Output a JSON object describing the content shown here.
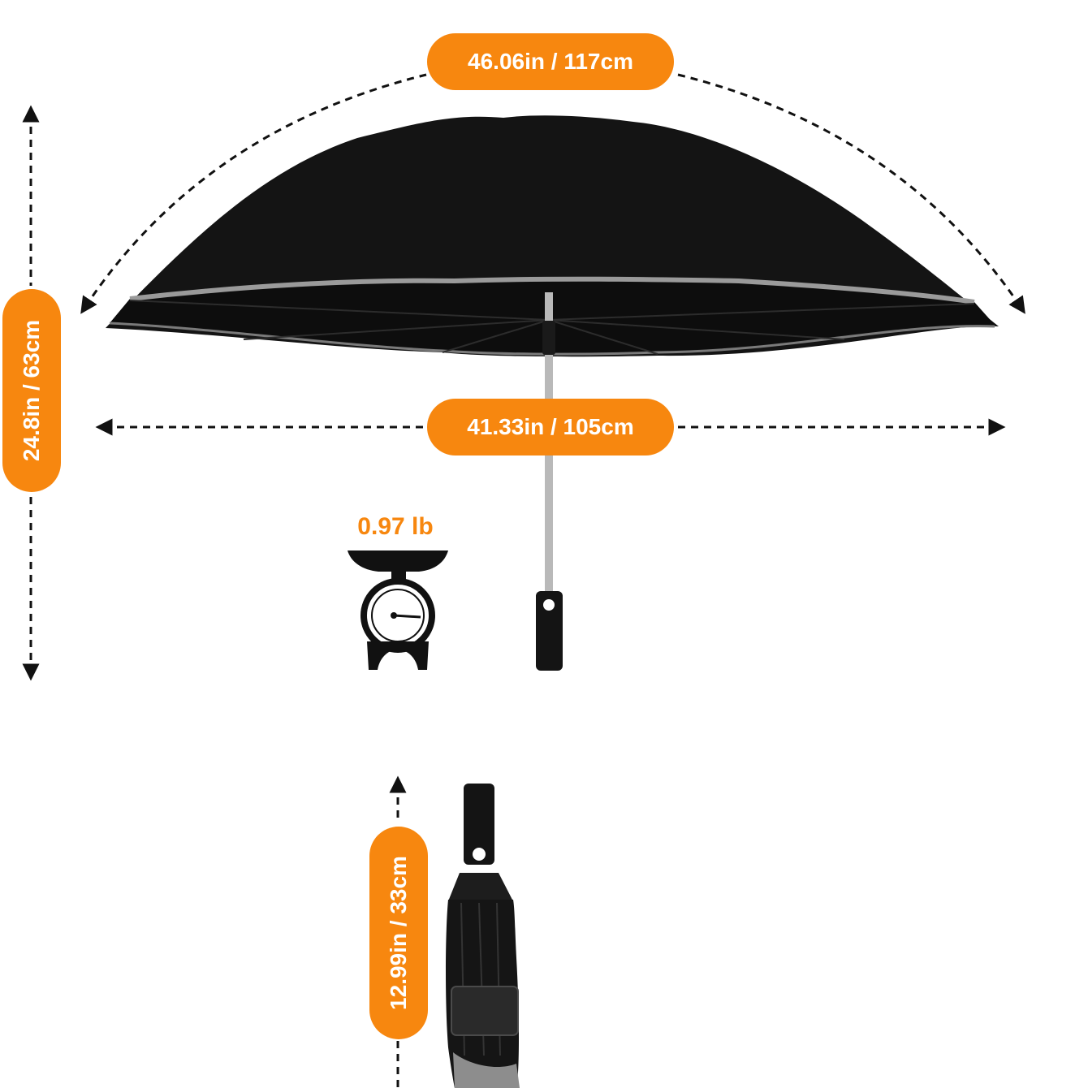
{
  "dimensions": {
    "arc_length": "46.06in / 117cm",
    "open_diameter": "41.33in / 105cm",
    "open_height": "24.8in / 63cm",
    "folded_length": "12.99in / 33cm"
  },
  "weight": "0.97 lb",
  "colors": {
    "accent": "#f7870f",
    "canopy": "#141414",
    "trim": "#9a9a9a"
  },
  "icons": {
    "scale": "weighing-scale-icon"
  }
}
